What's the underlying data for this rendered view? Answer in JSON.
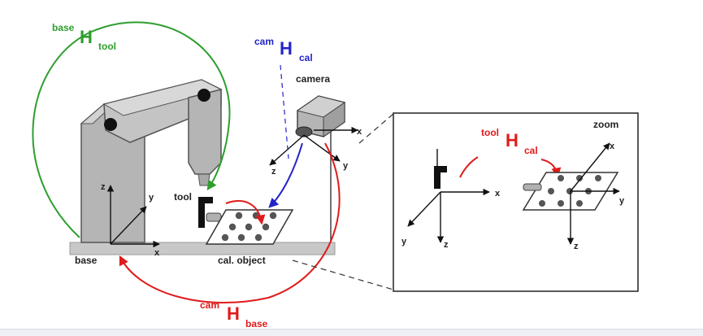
{
  "labels": {
    "base_tool_sup": "base",
    "base_tool_H": "H",
    "base_tool_sub": "tool",
    "cam_cal_sup": "cam",
    "cam_cal_H": "H",
    "cam_cal_sub": "cal",
    "tool_cal_sup": "tool",
    "tool_cal_H": "H",
    "tool_cal_sub": "cal",
    "cam_base_sup": "cam",
    "cam_base_H": "H",
    "cam_base_sub": "base",
    "camera": "camera",
    "tool": "tool",
    "base": "base",
    "cal_object": "cal. object",
    "zoom": "zoom"
  },
  "axes": {
    "x": "x",
    "y": "y",
    "z": "z"
  },
  "colors": {
    "green": "#2e9e2e",
    "blue": "#2323c8",
    "red": "#e01b1b",
    "robot_fill": "#b8b8b8",
    "floor": "#c8c8c8"
  }
}
